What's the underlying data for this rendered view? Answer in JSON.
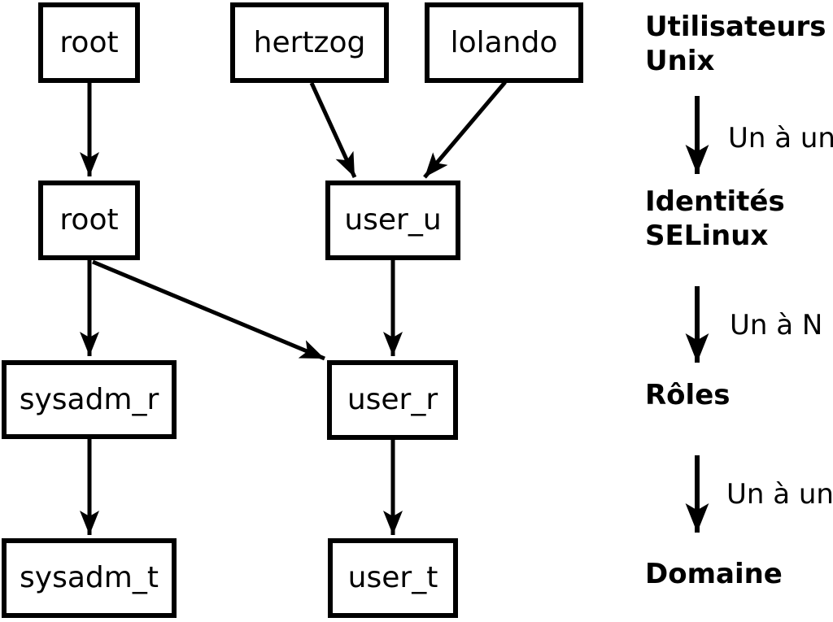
{
  "nodes": [
    {
      "id": "unix-root",
      "label": "root"
    },
    {
      "id": "unix-hertzog",
      "label": "hertzog"
    },
    {
      "id": "unix-lolando",
      "label": "lolando"
    },
    {
      "id": "selinux-root",
      "label": "root"
    },
    {
      "id": "selinux-user_u",
      "label": "user_u"
    },
    {
      "id": "role-sysadm_r",
      "label": "sysadm_r"
    },
    {
      "id": "role-user_r",
      "label": "user_r"
    },
    {
      "id": "domain-sysadm_t",
      "label": "sysadm_t"
    },
    {
      "id": "domain-user_t",
      "label": "user_t"
    }
  ],
  "edges": [
    {
      "from": "unix-root",
      "to": "selinux-root"
    },
    {
      "from": "unix-hertzog",
      "to": "selinux-user_u"
    },
    {
      "from": "unix-lolando",
      "to": "selinux-user_u"
    },
    {
      "from": "selinux-root",
      "to": "role-sysadm_r"
    },
    {
      "from": "selinux-root",
      "to": "role-user_r"
    },
    {
      "from": "selinux-user_u",
      "to": "role-user_r"
    },
    {
      "from": "role-sysadm_r",
      "to": "domain-sysadm_t"
    },
    {
      "from": "role-user_r",
      "to": "domain-user_t"
    }
  ],
  "legend": {
    "stages": [
      "Utilisateurs\nUnix",
      "Identités\nSELinux",
      "Rôles",
      "Domaine"
    ],
    "relations": [
      "Un à un",
      "Un à N",
      "Un à un"
    ]
  },
  "colors": {
    "foreground": "#000000",
    "background": "#ffffff"
  }
}
